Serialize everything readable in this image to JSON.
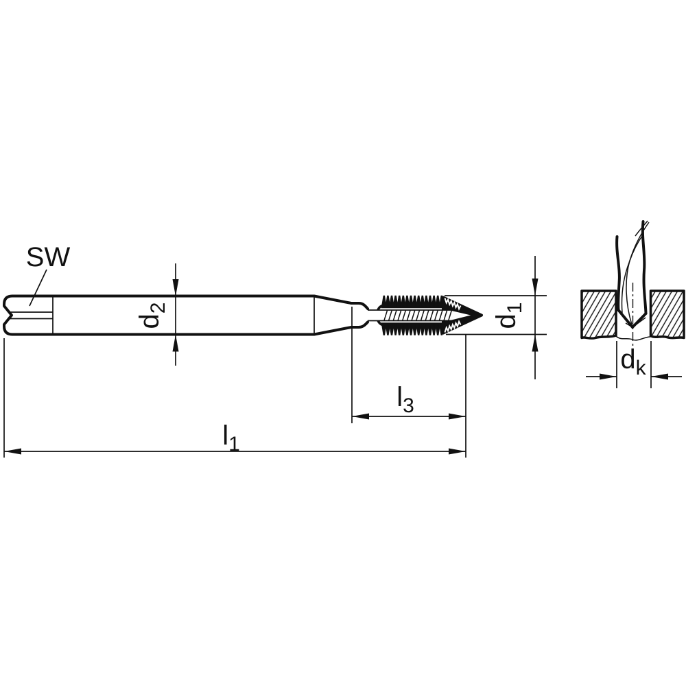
{
  "drawing": {
    "labels": {
      "sw": "SW",
      "d2": {
        "base": "d",
        "sub": "2"
      },
      "d1": {
        "base": "d",
        "sub": "1"
      },
      "l3": {
        "base": "l",
        "sub": "3"
      },
      "l1": {
        "base": "l",
        "sub": "1"
      },
      "dk": {
        "base": "d",
        "sub": "k"
      }
    },
    "colors": {
      "line": "#111111",
      "background": "#ffffff"
    }
  }
}
